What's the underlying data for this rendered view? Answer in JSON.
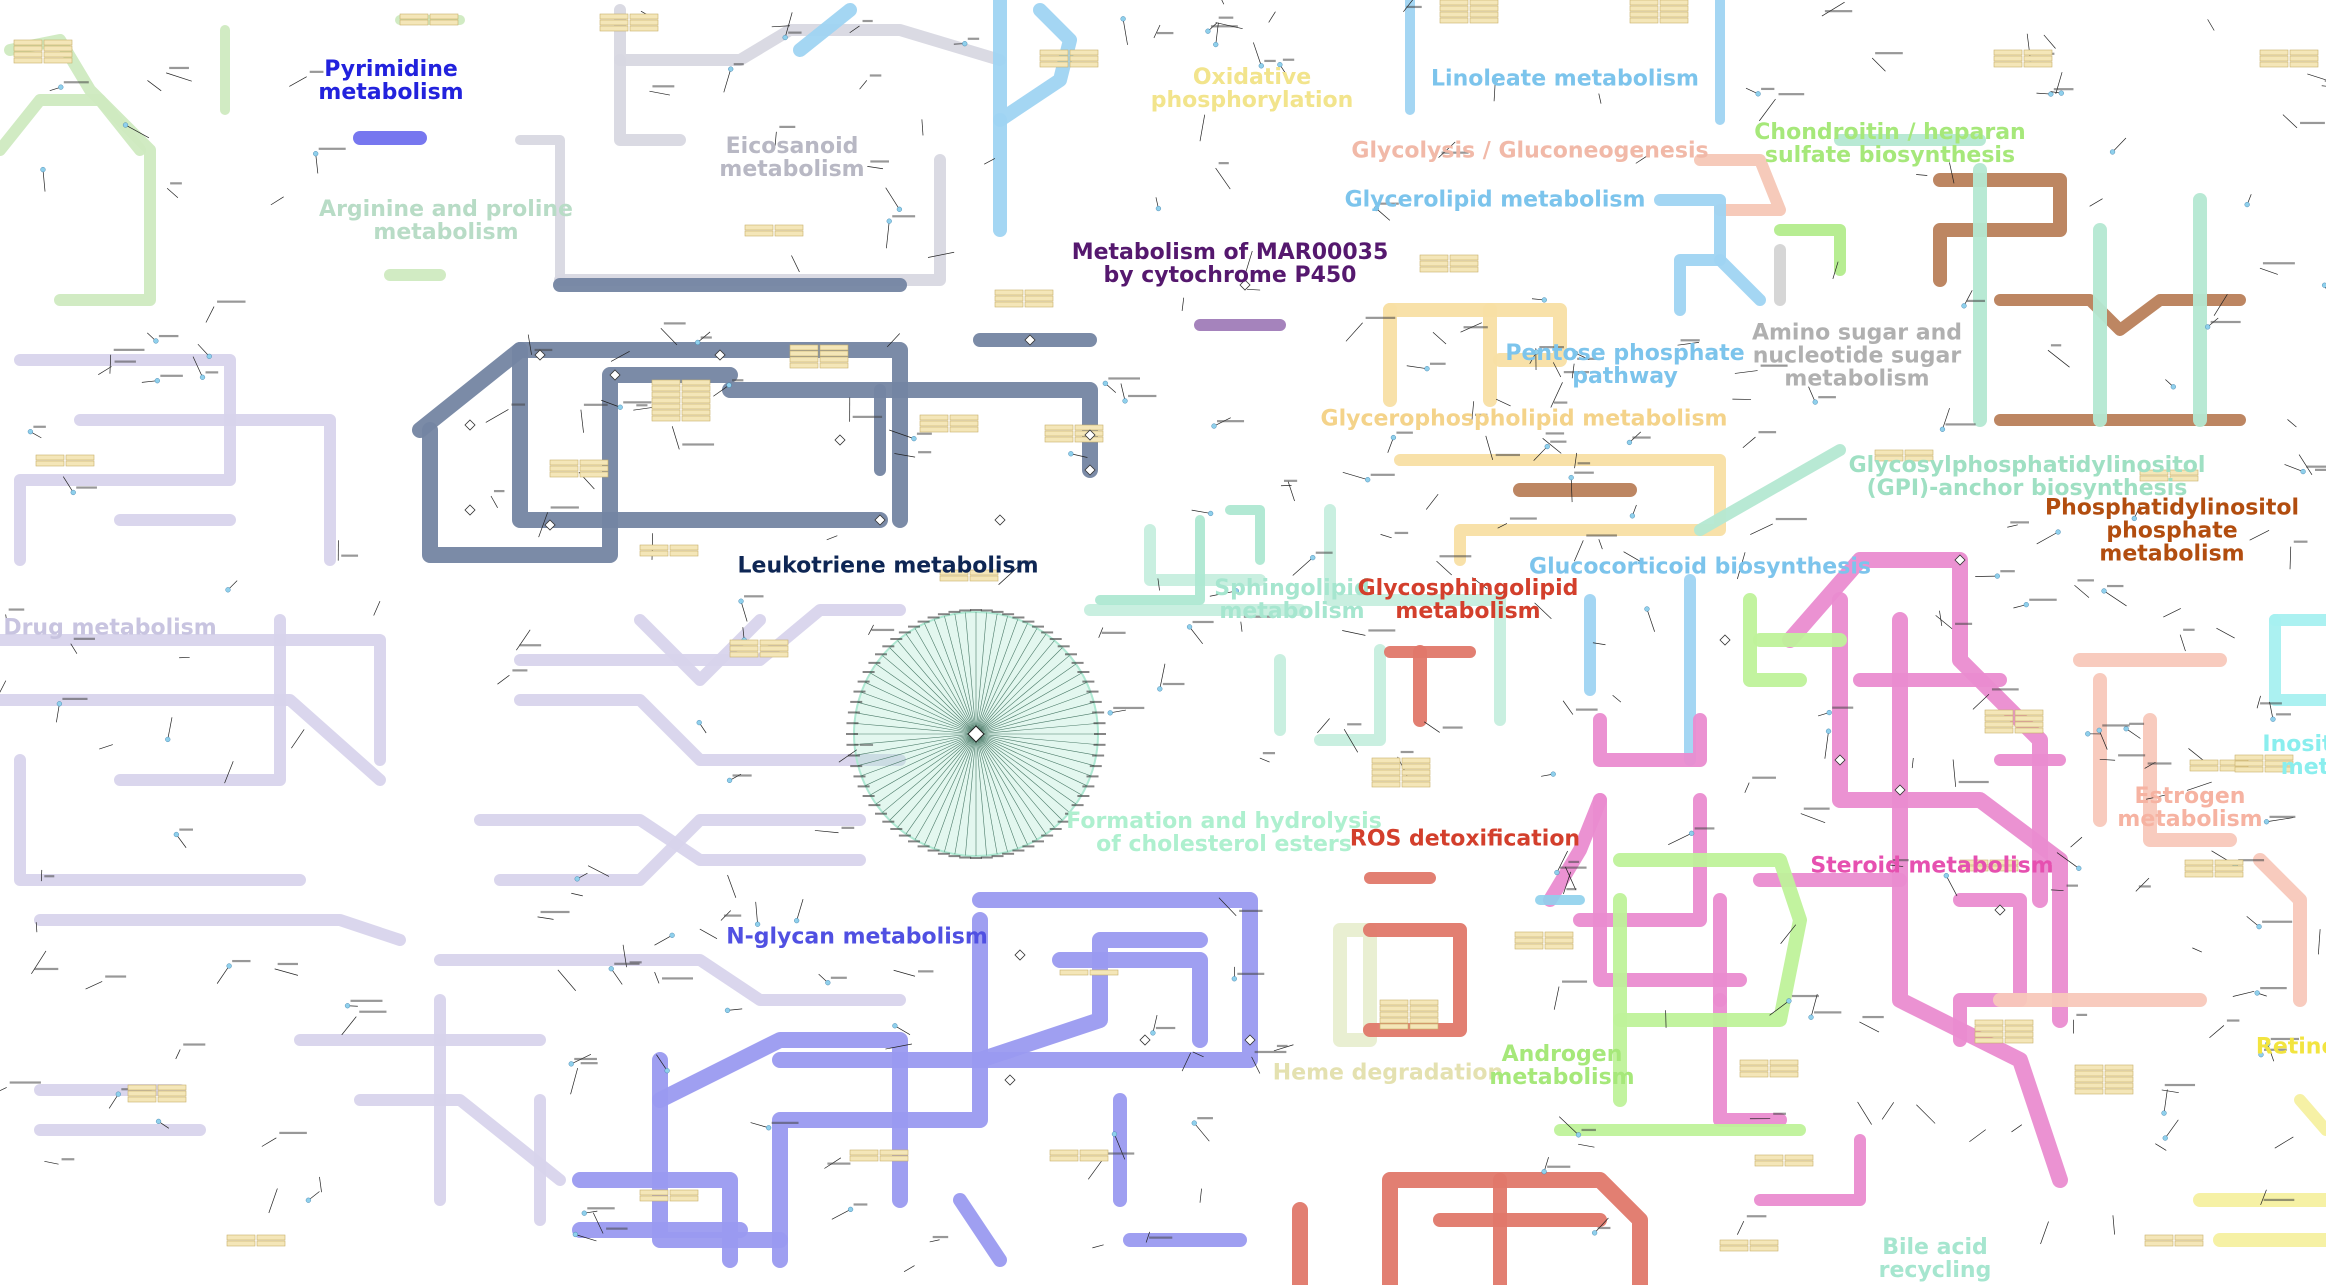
{
  "colors": {
    "pyrimidine": "#7070ee",
    "pyrimidine_label": "#2222dd",
    "arginine": "#cfeac0",
    "arginine_label": "#b8dcc6",
    "eicosanoid": "#d8d8e2",
    "eicosanoid_label": "#b8b8c4",
    "oxidative_label": "#f2e48c",
    "linoleate": "#9fd4f2",
    "linoleate_label": "#7cc4ec",
    "glycolysis": "#f6c7b6",
    "glycolysis_label": "#f1b9a8",
    "chondroitin": "#b3ec8c",
    "chondroitin_label": "#a6e87a",
    "mar_label": "#55186e",
    "mar_chain": "#a07cb8",
    "glycerophospholipid": "#f8dfa4",
    "glycerophospholipid_label": "#f4d38a",
    "gpi": "#b4e8d2",
    "gpi_label": "#9fe0c3",
    "phosphatidylinositol": "#b9805a",
    "phosphatidylinositol_label": "#b24d0f",
    "leukotriene": "#7485a2",
    "leukotriene_label": "#0e2654",
    "drug": "#d8d4ec",
    "drug_label": "#c8c4e0",
    "sphingolipid": "#c6eede",
    "glycosphingolipid": "#e0786a",
    "glycosphingolipid_label": "#d33f2c",
    "steroid": "#ea8cd0",
    "steroid_label": "#e650b0",
    "nglycan": "#9a9af0",
    "nglycan_label": "#5050e2",
    "estrogen": "#f8c8ba",
    "inositol": "#a6f0f0",
    "retinol": "#f6f0a0",
    "heme": "#e8eed0",
    "androgen": "#bff29a",
    "cholesterol_radial": "#aee8d2",
    "bileacid_label": "#a6e6cf",
    "amino_sugar": "#d4d4d4",
    "pentose": "#9fd4f2",
    "glucocorticoid": "#9fd4f2",
    "metabolite_node": "#8fd0ec",
    "table_fill": "#f4e6b8",
    "table_stroke": "#c9b06a",
    "text_dark": "#111111"
  },
  "pathways": {
    "pyrimidine": "Pyrimidine\nmetabolism",
    "arginine_proline": "Arginine and proline\nmetabolism",
    "eicosanoid": "Eicosanoid\nmetabolism",
    "oxidative_phosphorylation": "Oxidative\nphosphorylation",
    "linoleate": "Linoleate metabolism",
    "glycolysis": "Glycolysis / Gluconeogenesis",
    "chondroitin": "Chondroitin / heparan\nsulfate biosynthesis",
    "glycerolipid": "Glycerolipid metabolism",
    "mar00035": "Metabolism of MAR00035\nby cytochrome P450",
    "pentose_phosphate": "Pentose phosphate\npathway",
    "amino_sugar": "Amino sugar and\nnucleotide sugar\nmetabolism",
    "glycerophospholipid": "Glycerophospholipid metabolism",
    "gpi_anchor": "Glycosylphosphatidylinositol\n(GPI)-anchor biosynthesis",
    "phosphatidylinositol": "Phosphatidylinositol\nphosphate metabolism",
    "leukotriene": "Leukotriene metabolism",
    "glucocorticoid": "Glucocorticoid biosynthesis",
    "drug": "Drug metabolism",
    "sphingolipid": "Sphingolipid\nmetabolism",
    "glycosphingolipid": "Glycosphingolipid\nmetabolism",
    "inositol": "Inosito\nmet",
    "estrogen": "Estrogen\nmetabolism",
    "cholesterol_esters": "Formation and hydrolysis\nof cholesterol esters",
    "ros_detox": "ROS detoxification",
    "steroid": "Steroid metabolism",
    "nglycan": "N-glycan metabolism",
    "retinol": "Retinol",
    "heme_degradation": "Heme degradation",
    "androgen": "Androgen\nmetabolism",
    "bile_acid": "Bile acid\nrecycling"
  }
}
